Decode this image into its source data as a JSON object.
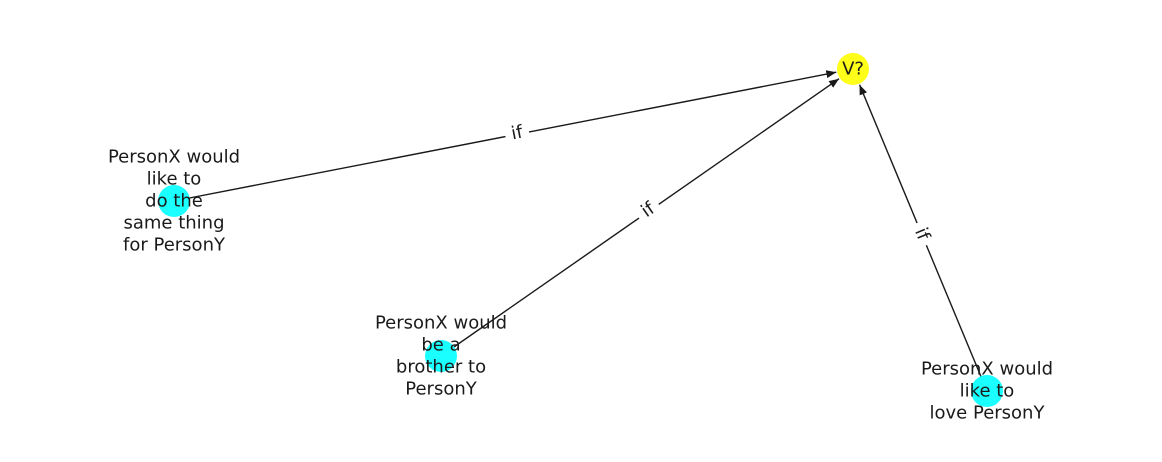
{
  "graph": {
    "nodes": [
      {
        "id": "target",
        "label_lines": [
          "V?"
        ],
        "color": "#ffff1a",
        "role": "target"
      },
      {
        "id": "same-thing",
        "label_lines": [
          "PersonX would",
          "like to",
          "do the",
          "same thing",
          "for PersonY"
        ],
        "color": "#1affff",
        "role": "source"
      },
      {
        "id": "brother",
        "label_lines": [
          "PersonX would",
          "be a",
          "brother to",
          "PersonY"
        ],
        "color": "#1affff",
        "role": "source"
      },
      {
        "id": "love",
        "label_lines": [
          "PersonX would",
          "like to",
          "love PersonY"
        ],
        "color": "#1affff",
        "role": "source"
      }
    ],
    "edges": [
      {
        "from": "same-thing",
        "to": "target",
        "label": "if"
      },
      {
        "from": "brother",
        "to": "target",
        "label": "if"
      },
      {
        "from": "love",
        "to": "target",
        "label": "if"
      }
    ],
    "colors": {
      "edge": "#1a1a1a",
      "label": "#1a1a1a"
    }
  }
}
